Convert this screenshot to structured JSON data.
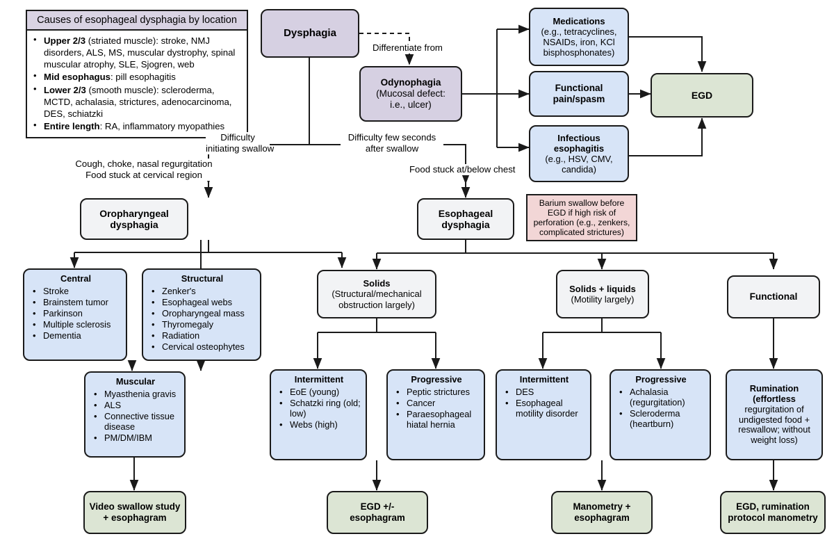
{
  "legend": {
    "title": "Causes of esophageal dysphagia by location",
    "items": [
      {
        "term": "Upper 2/3",
        "text": " (striated muscle): stroke, NMJ disorders, ALS, MS, muscular dystrophy, spinal muscular atrophy, SLE, Sjogren, web"
      },
      {
        "term": "Mid esophagus",
        "text": ": pill esophagitis"
      },
      {
        "term": "Lower 2/3",
        "text": " (smooth muscle): scleroderma, MCTD, achalasia, strictures, adenocarcinoma, DES, schiatzki"
      },
      {
        "term": "Entire length",
        "text": ": RA, inflammatory myopathies"
      }
    ]
  },
  "nodes": {
    "dysphagia": {
      "title": "Dysphagia"
    },
    "odynophagia": {
      "title": "Odynophagia",
      "sub1": "(Mucosal defect:",
      "sub2": "i.e., ulcer)"
    },
    "medications": {
      "title": "Medications",
      "sub1": "(e.g., tetracyclines,",
      "sub2": "NSAIDs, iron, KCl",
      "sub3": "bisphosphonates)"
    },
    "functional_pain": {
      "title": "Functional",
      "title2": "pain/spasm"
    },
    "infectious": {
      "title": "Infectious",
      "title2": "esophagitis",
      "sub1": "(e.g., HSV, CMV,",
      "sub2": "candida)"
    },
    "egd_top": {
      "title": "EGD"
    },
    "oropharyngeal": {
      "title": "Oropharyngeal",
      "title2": "dysphagia"
    },
    "esophageal": {
      "title": "Esophageal",
      "title2": "dysphagia"
    },
    "barium": {
      "line1": "Barium swallow before",
      "line2": "EGD if high risk of",
      "line3": "perforation (e.g., zenkers,",
      "line4": "complicated strictures)"
    },
    "central": {
      "title": "Central",
      "items": [
        "Stroke",
        "Brainstem tumor",
        "Parkinson",
        "Multiple sclerosis",
        "Dementia"
      ]
    },
    "structural": {
      "title": "Structural",
      "items": [
        "Zenker's",
        "Esophageal webs",
        "Oropharyngeal mass",
        "Thyromegaly",
        "Radiation",
        "Cervical osteophytes"
      ]
    },
    "muscular": {
      "title": "Muscular",
      "items": [
        "Myasthenia gravis",
        "ALS",
        "Connective tissue disease",
        "PM/DM/IBM"
      ]
    },
    "solids": {
      "title": "Solids",
      "sub1": "(Structural/mechanical",
      "sub2": "obstruction largely)"
    },
    "solids_liquids": {
      "title": "Solids + liquids",
      "sub1": "(Motility largely)"
    },
    "functional": {
      "title": "Functional"
    },
    "intermittent_solids": {
      "title": "Intermittent",
      "items": [
        "EoE (young)",
        "Schatzki ring (old; low)",
        "Webs (high)"
      ]
    },
    "progressive_solids": {
      "title": "Progressive",
      "items": [
        "Peptic strictures",
        "Cancer",
        "Paraesophageal hiatal hernia"
      ]
    },
    "intermittent_motility": {
      "title": "Intermittent",
      "items": [
        "DES",
        "Esophageal motility disorder"
      ]
    },
    "progressive_motility": {
      "title": "Progressive",
      "items": [
        "Achalasia (regurgitation)",
        "Scleroderma (heartburn)"
      ]
    },
    "rumination": {
      "title": "Rumination",
      "title2": "(effortless",
      "sub1": "regurgitation of",
      "sub2": "undigested food +",
      "sub3": "reswallow; without",
      "sub4": "weight loss)"
    },
    "video_swallow": {
      "line1": "Video swallow study",
      "line2": "+ esophagram"
    },
    "egd_esophagram": {
      "line1": "EGD +/-",
      "line2": "esophagram"
    },
    "manometry": {
      "line1": "Manometry +",
      "line2": "esophagram"
    },
    "egd_rumination": {
      "line1": "EGD, rumination",
      "line2": "protocol manometry"
    }
  },
  "edge_labels": {
    "differentiate": "Differentiate from",
    "difficulty_initiating_1": "Difficulty",
    "difficulty_initiating_2": "initiating swallow",
    "difficulty_after_1": "Difficulty few seconds",
    "difficulty_after_2": "after swallow",
    "cough_choke_1": "Cough, choke, nasal regurgitation",
    "cough_choke_2": "Food stuck at cervical region",
    "food_stuck_chest": "Food stuck at/below chest"
  },
  "colors": {
    "purple": "#d6d0e2",
    "blue": "#d7e4f7",
    "green": "#dce5d4",
    "grey": "#f2f3f5",
    "pink": "#f2d6d6",
    "stroke": "#1a1a1a"
  }
}
